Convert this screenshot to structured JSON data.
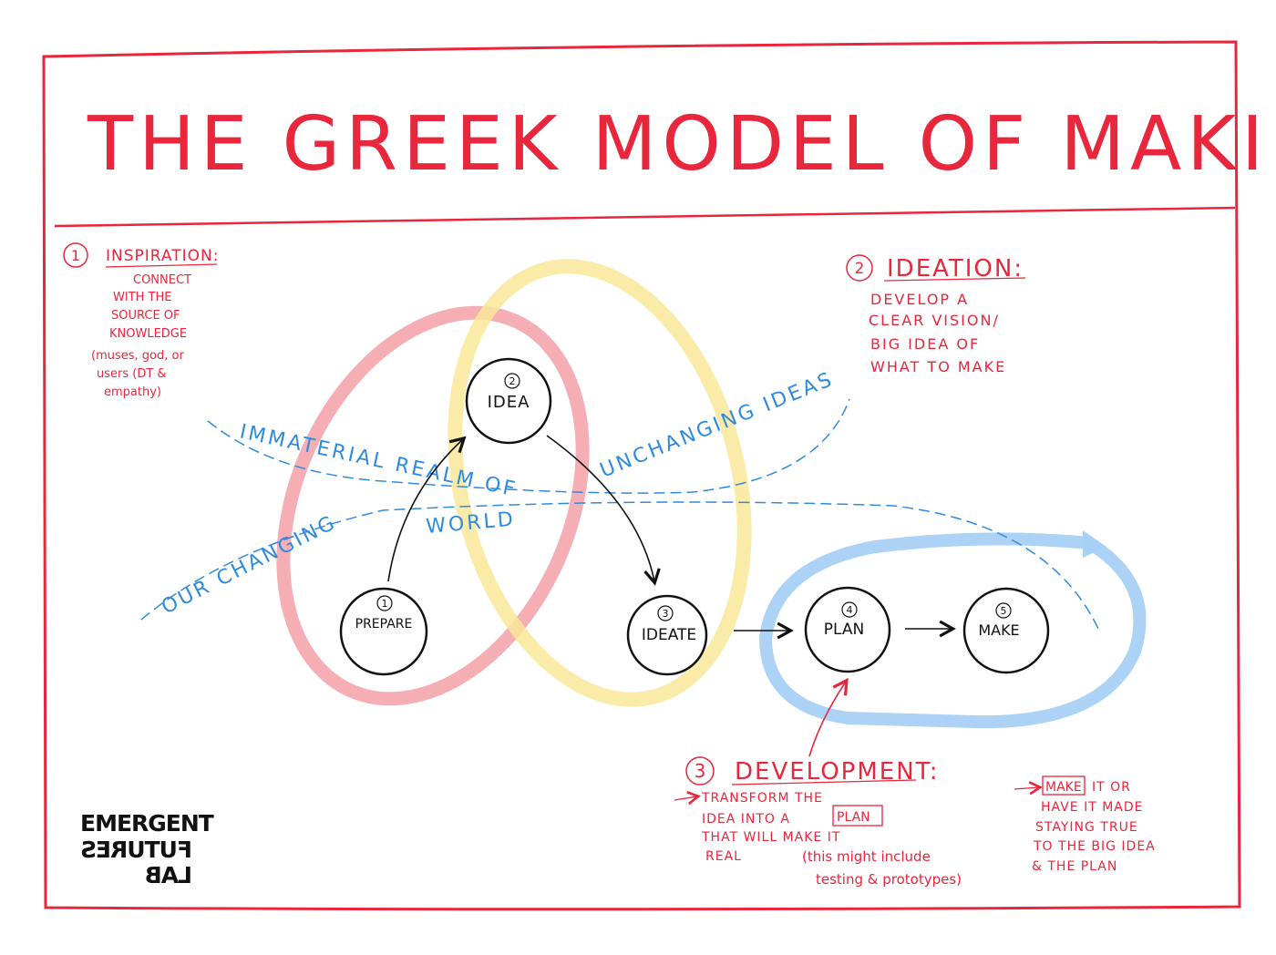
{
  "title": "THE GREEK MODEL OF MAKING",
  "notes": {
    "inspiration": {
      "number": "1",
      "heading": "INSPIRATION:",
      "lines": [
        "CONNECT",
        "WITH THE",
        "SOURCE OF",
        "KNOWLEDGE",
        "(muses, god, or",
        "users (DT &",
        "empathy)"
      ]
    },
    "ideation": {
      "number": "2",
      "heading": "IDEATION:",
      "lines": [
        "DEVELOP A",
        "CLEAR VISION/",
        "BIG IDEA OF",
        "WHAT TO MAKE"
      ]
    },
    "development": {
      "number": "3",
      "heading": "DEVELOPMENT:",
      "lines": [
        "TRANSFORM THE",
        "IDEA INTO A",
        "THAT WILL MAKE IT",
        "REAL"
      ],
      "plan_box": "PLAN",
      "aside": [
        "(this might include",
        "testing & prototypes)"
      ]
    },
    "make": {
      "make_box": "MAKE",
      "first_line_rest": "IT OR",
      "lines": [
        "HAVE IT MADE",
        "STAYING TRUE",
        "TO THE BIG IDEA",
        "& THE PLAN"
      ]
    }
  },
  "realms": {
    "upper": [
      "IMMATERIAL REALM OF",
      "UNCHANGING IDEAS"
    ],
    "lower": [
      "OUR CHANGING",
      "WORLD"
    ]
  },
  "nodes": [
    {
      "number": "1",
      "label": "PREPARE"
    },
    {
      "number": "2",
      "label": "IDEA"
    },
    {
      "number": "3",
      "label": "IDEATE"
    },
    {
      "number": "4",
      "label": "PLAN"
    },
    {
      "number": "5",
      "label": "MAKE"
    }
  ],
  "logo": [
    "EMERGENT",
    "FUTURES",
    "LAB"
  ],
  "colors": {
    "frame": "#e8263c",
    "pink_loop": "#f4a0a8",
    "yellow_loop": "#f9e79a",
    "blue_loop": "#a8d0f5",
    "realm_text": "#2f8be0",
    "ink": "#111111"
  }
}
